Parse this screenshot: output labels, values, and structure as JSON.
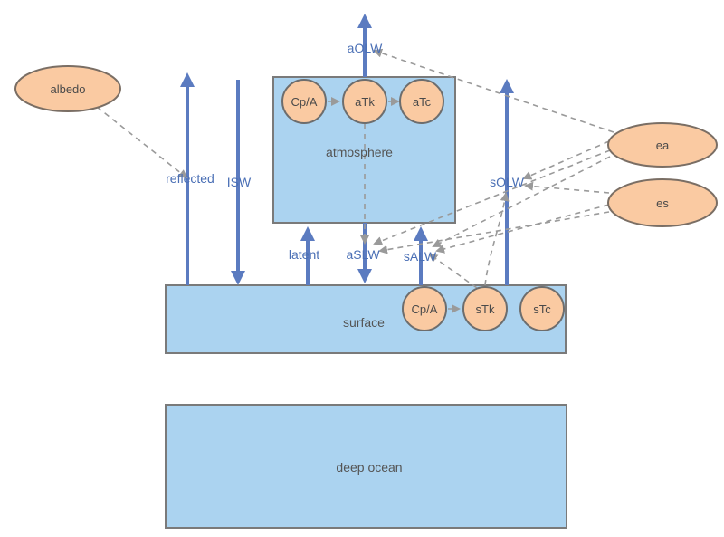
{
  "diagram": {
    "boxes": {
      "atmosphere": {
        "label": "atmosphere"
      },
      "surface": {
        "label": "surface"
      },
      "deep_ocean": {
        "label": "deep ocean"
      }
    },
    "ellipses": {
      "albedo": {
        "label": "albedo"
      },
      "ea": {
        "label": "ea"
      },
      "es": {
        "label": "es"
      }
    },
    "atmosphere_nodes": {
      "cp_a": {
        "label": "Cp/A"
      },
      "aTk": {
        "label": "aTk"
      },
      "aTc": {
        "label": "aTc"
      }
    },
    "surface_nodes": {
      "cp_a": {
        "label": "Cp/A"
      },
      "sTk": {
        "label": "sTk"
      },
      "sTc": {
        "label": "sTc"
      }
    },
    "flux_labels": {
      "aOLW": "aOLW",
      "reflected": "reflected",
      "isw": "ISW",
      "latent": "latent",
      "aSLW": "aSLW",
      "sALW": "sALW",
      "sOLW": "sOLW"
    },
    "colors": {
      "box_fill": "#abd3f0",
      "box_border": "#7a7a7a",
      "node_fill": "#facaa2",
      "node_border": "#6d6d6d",
      "ellipse_border": "#7a6e64",
      "arrow_blue": "#5b7bc0",
      "label_blue": "#4a6fb5",
      "connector_gray": "#9a9a9a",
      "box_label": "#555555",
      "node_label": "#4a4a4a"
    }
  }
}
